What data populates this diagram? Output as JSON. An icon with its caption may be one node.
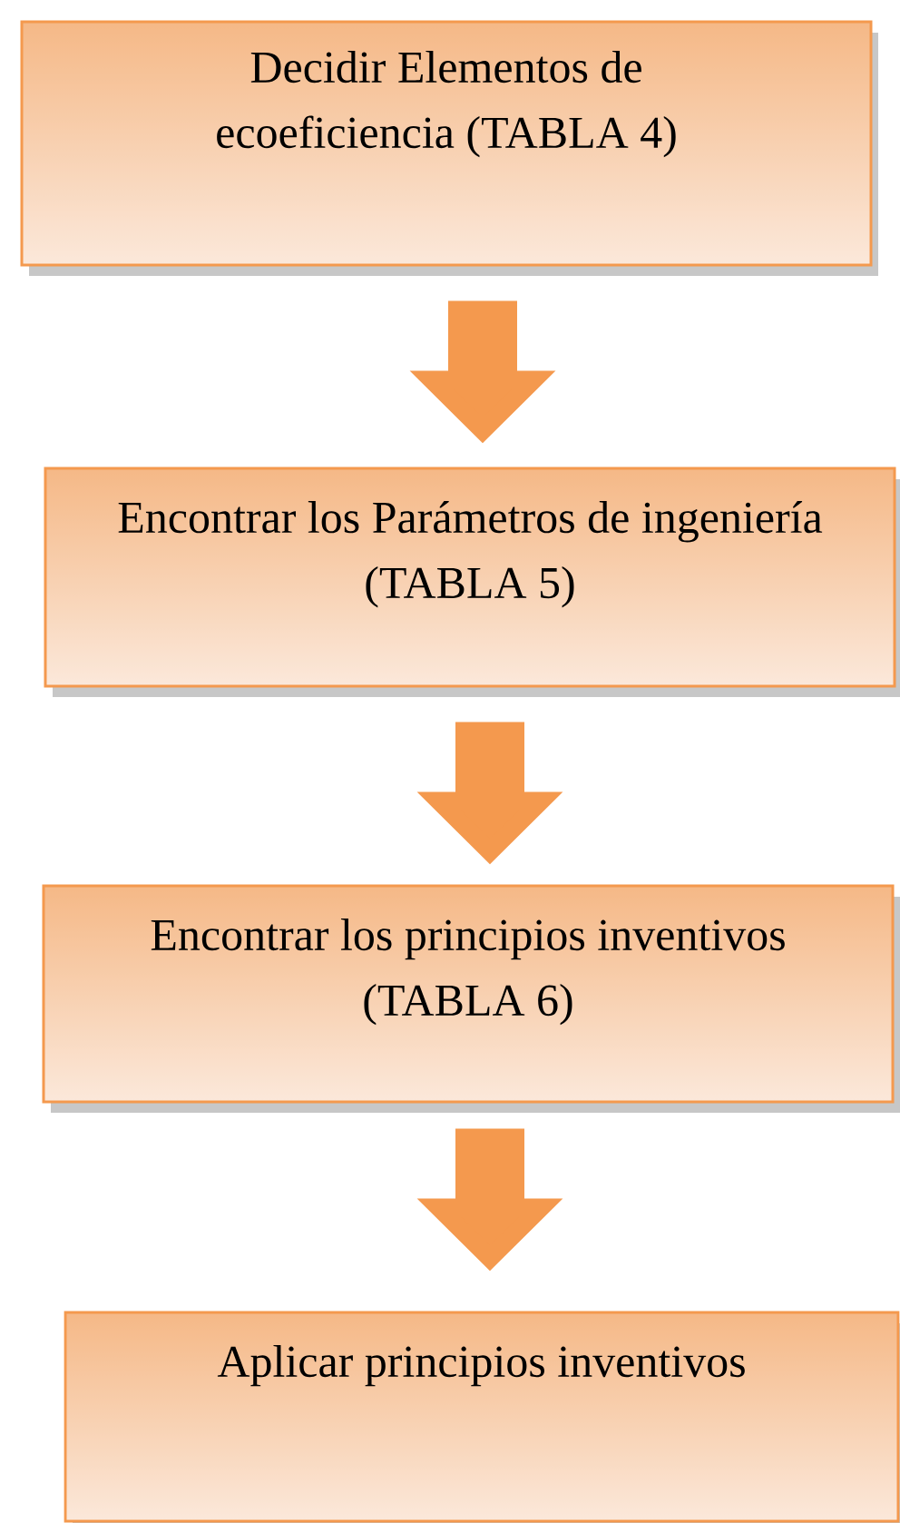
{
  "diagram": {
    "nodes": [
      {
        "text": [
          "Decidir Elementos de ecoeficiencia (TABLA 4)"
        ]
      },
      {
        "text": [
          "Encontrar los Parámetros de ingeniería (TABLA 5)"
        ]
      },
      {
        "text": [
          "Encontrar los principios inventivos (TABLA 6)"
        ]
      },
      {
        "text": [
          "Aplicar principios inventivos"
        ]
      }
    ],
    "edges": [
      {
        "from": 0,
        "to": 1,
        "arrow": "to"
      },
      {
        "from": 1,
        "to": 2,
        "arrow": "to"
      },
      {
        "from": 2,
        "to": 3,
        "arrow": "to"
      }
    ]
  }
}
